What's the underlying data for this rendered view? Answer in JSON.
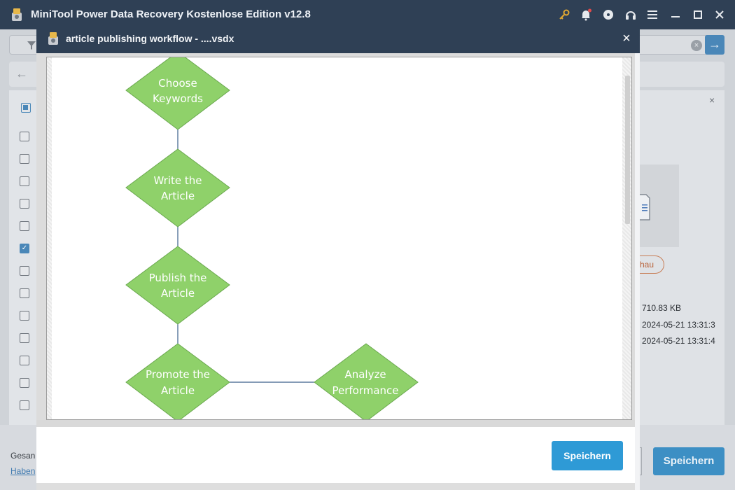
{
  "app": {
    "title": "MiniTool Power Data Recovery Kostenlose Edition v12.8"
  },
  "titlebar_icons": [
    "key-icon",
    "bell-icon",
    "disc-icon",
    "headset-icon",
    "menu-icon",
    "minimize-icon",
    "maximize-icon",
    "close-icon"
  ],
  "background": {
    "search_clear": "×",
    "search_go": "→",
    "back": "←",
    "panel_close": "×",
    "preview_button_fragment": "hau",
    "file_size": "710.83 KB",
    "created": "2024-05-21 13:31:3",
    "modified": "2024-05-21 13:31:4",
    "total_label_fragment": "Gesan",
    "link_fragment": "Haben",
    "save_label": "Speichern"
  },
  "modal": {
    "title": "article publishing workflow - ....vsdx",
    "close": "×",
    "save_label": "Speichern"
  },
  "diagram": {
    "node_color": "#8fd16a",
    "node_border": "#6aa84f",
    "nodes": [
      {
        "id": "choose",
        "lines": [
          "Choose",
          "Keywords"
        ]
      },
      {
        "id": "write",
        "lines": [
          "Write the",
          "Article"
        ]
      },
      {
        "id": "publish",
        "lines": [
          "Publish the",
          "Article"
        ]
      },
      {
        "id": "promote",
        "lines": [
          "Promote the",
          "Article"
        ]
      },
      {
        "id": "analyze",
        "lines": [
          "Analyze",
          "Performance"
        ]
      }
    ]
  }
}
